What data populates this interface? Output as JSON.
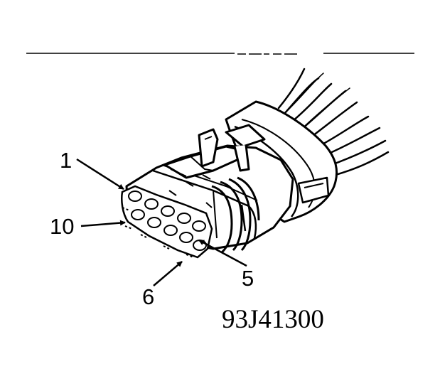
{
  "figure_id": "93J41300",
  "callouts": {
    "pin_1": "1",
    "pin_10": "10",
    "pin_5": "5",
    "pin_6": "6"
  },
  "colors": {
    "line": "#000000",
    "background": "#ffffff"
  },
  "wire_count": 8
}
